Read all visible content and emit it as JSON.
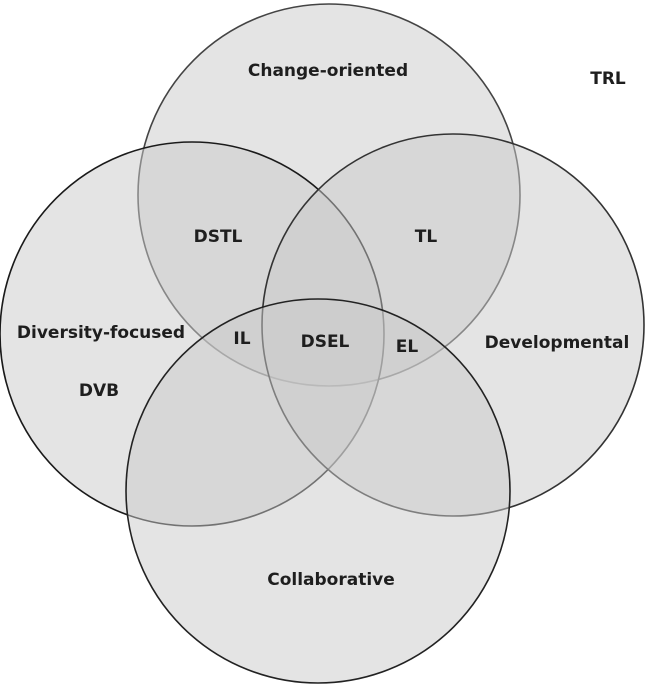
{
  "sets": [
    {
      "id": "top",
      "label": "Change-oriented"
    },
    {
      "id": "left",
      "label": "Diversity-focused"
    },
    {
      "id": "right",
      "label": "Developmental"
    },
    {
      "id": "bottom",
      "label": "Collaborative"
    }
  ],
  "regions": {
    "top_left": "DSTL",
    "top_right": "TL",
    "left_center": "IL",
    "center": "DSEL",
    "right_center": "EL",
    "left_only_inner": "DVB"
  },
  "outside": {
    "corner": "TRL"
  },
  "colors": {
    "circle_fill": "#c9c9c9",
    "circle_stroke_top": "#444444",
    "circle_stroke_left": "#1a1a1a",
    "circle_stroke_right": "#333333",
    "circle_stroke_bottom": "#222222",
    "label": "#1e1e1e",
    "background": "#ffffff"
  }
}
